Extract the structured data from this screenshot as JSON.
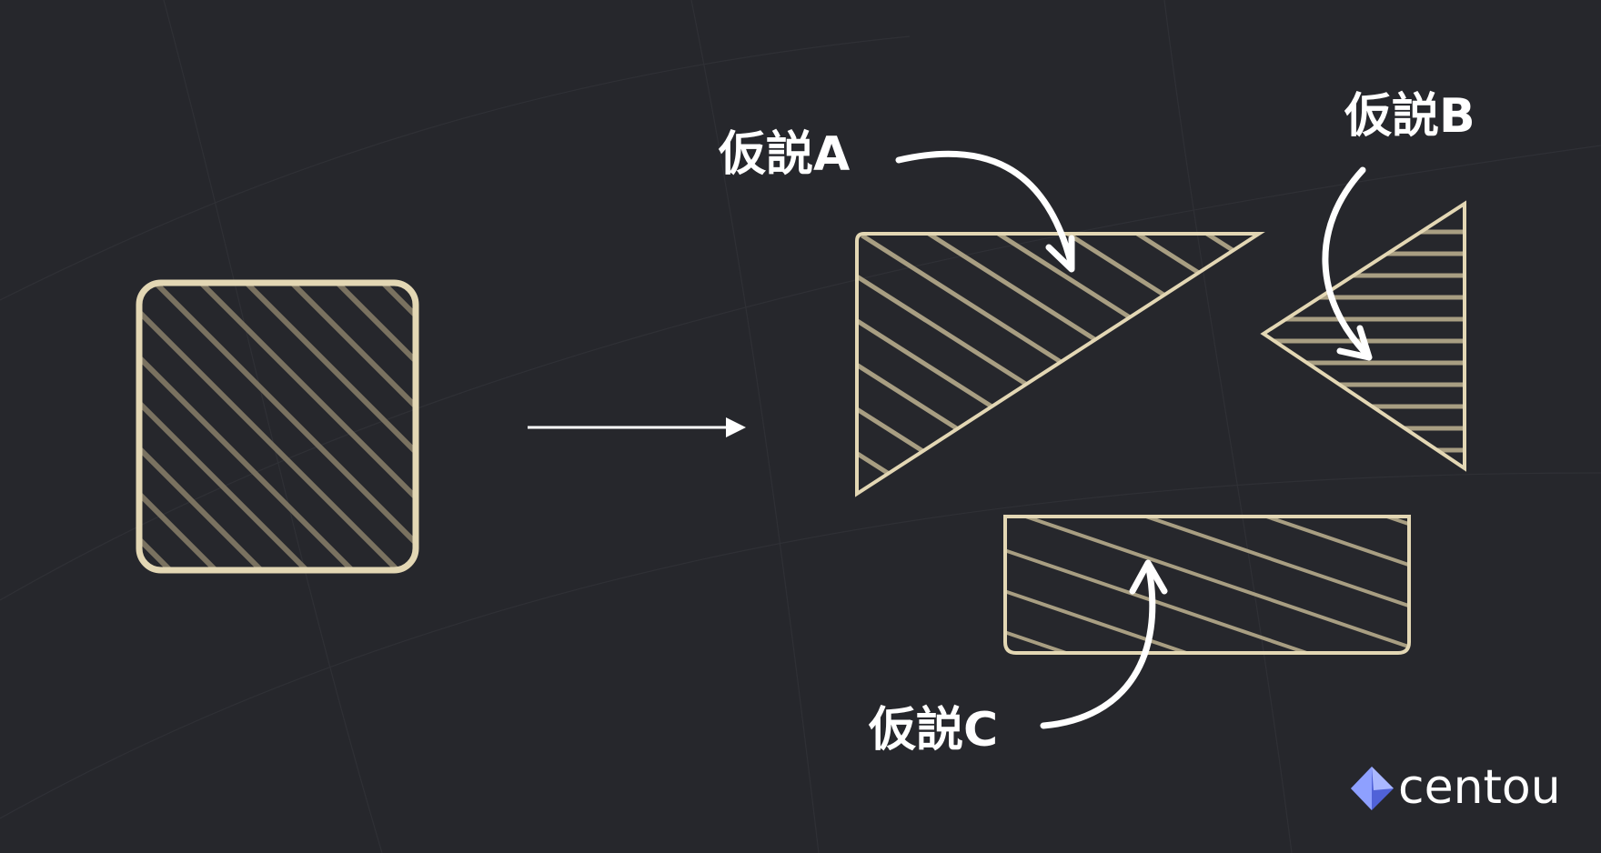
{
  "colors": {
    "background": "#26272c",
    "shape_outline": "#e3d7b4",
    "hatch": "#8f8670",
    "arrow": "#ffffff",
    "logo_light": "#8ea0ff",
    "logo_dark": "#5062d8"
  },
  "labels": {
    "hypothesis_a": "仮説A",
    "hypothesis_b": "仮説B",
    "hypothesis_c": "仮説C"
  },
  "logo": {
    "text": "centou"
  }
}
